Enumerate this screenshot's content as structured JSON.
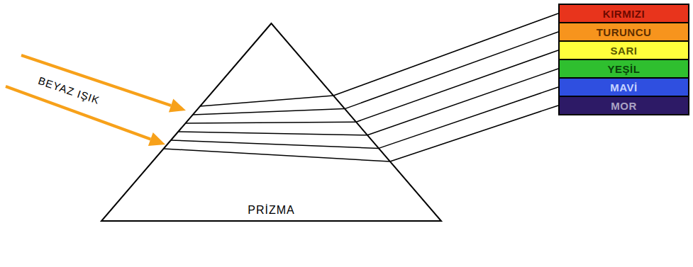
{
  "diagram": {
    "nodes": [
      {
        "text": [
          "PRİZMA"
        ]
      },
      {
        "text": [
          "KIRMIZI"
        ]
      },
      {
        "text": [
          "TURUNCU"
        ]
      },
      {
        "text": [
          "SARI"
        ]
      },
      {
        "text": [
          "YEŞİL"
        ]
      },
      {
        "text": [
          "MAVİ"
        ]
      },
      {
        "text": [
          "MOR"
        ]
      }
    ],
    "edges": [
      {
        "from": 0,
        "to": 1,
        "arrow": "none"
      },
      {
        "from": 0,
        "to": 2,
        "arrow": "none"
      },
      {
        "from": 0,
        "to": 3,
        "arrow": "none"
      },
      {
        "from": 0,
        "to": 4,
        "arrow": "none"
      },
      {
        "from": 0,
        "to": 5,
        "arrow": "none"
      },
      {
        "from": 0,
        "to": 6,
        "arrow": "none"
      }
    ],
    "labels": [
      "BEYAZ IŞIK"
    ]
  }
}
